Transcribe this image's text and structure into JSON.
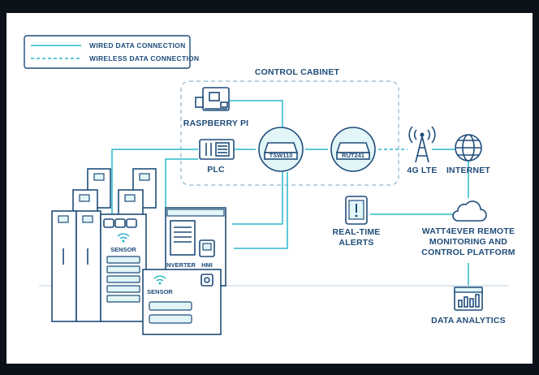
{
  "legend": {
    "wired": "WIRED DATA CONNECTION",
    "wireless": "WIRELESS DATA CONNECTION"
  },
  "cabinet": {
    "title": "CONTROL CABINET"
  },
  "nodes": {
    "raspberry_pi": "RASPBERRY PI",
    "plc": "PLC",
    "switch": "TSW110",
    "router": "RUT241",
    "lte": "4G LTE",
    "internet": "INTERNET",
    "alerts_line1": "REAL-TIME",
    "alerts_line2": "ALERTS",
    "platform_line1": "WATT4EVER REMOTE",
    "platform_line2": "MONITORING AND",
    "platform_line3": "CONTROL PLATFORM",
    "analytics": "DATA ANALYTICS",
    "sensor_1": "SENSOR",
    "sensor_2": "SENSOR",
    "inverter": "INVERTER",
    "hmi": "HMI"
  },
  "colors": {
    "navy": "#1e4c7a",
    "teal": "#29b8c8",
    "background": "#0c121a"
  }
}
